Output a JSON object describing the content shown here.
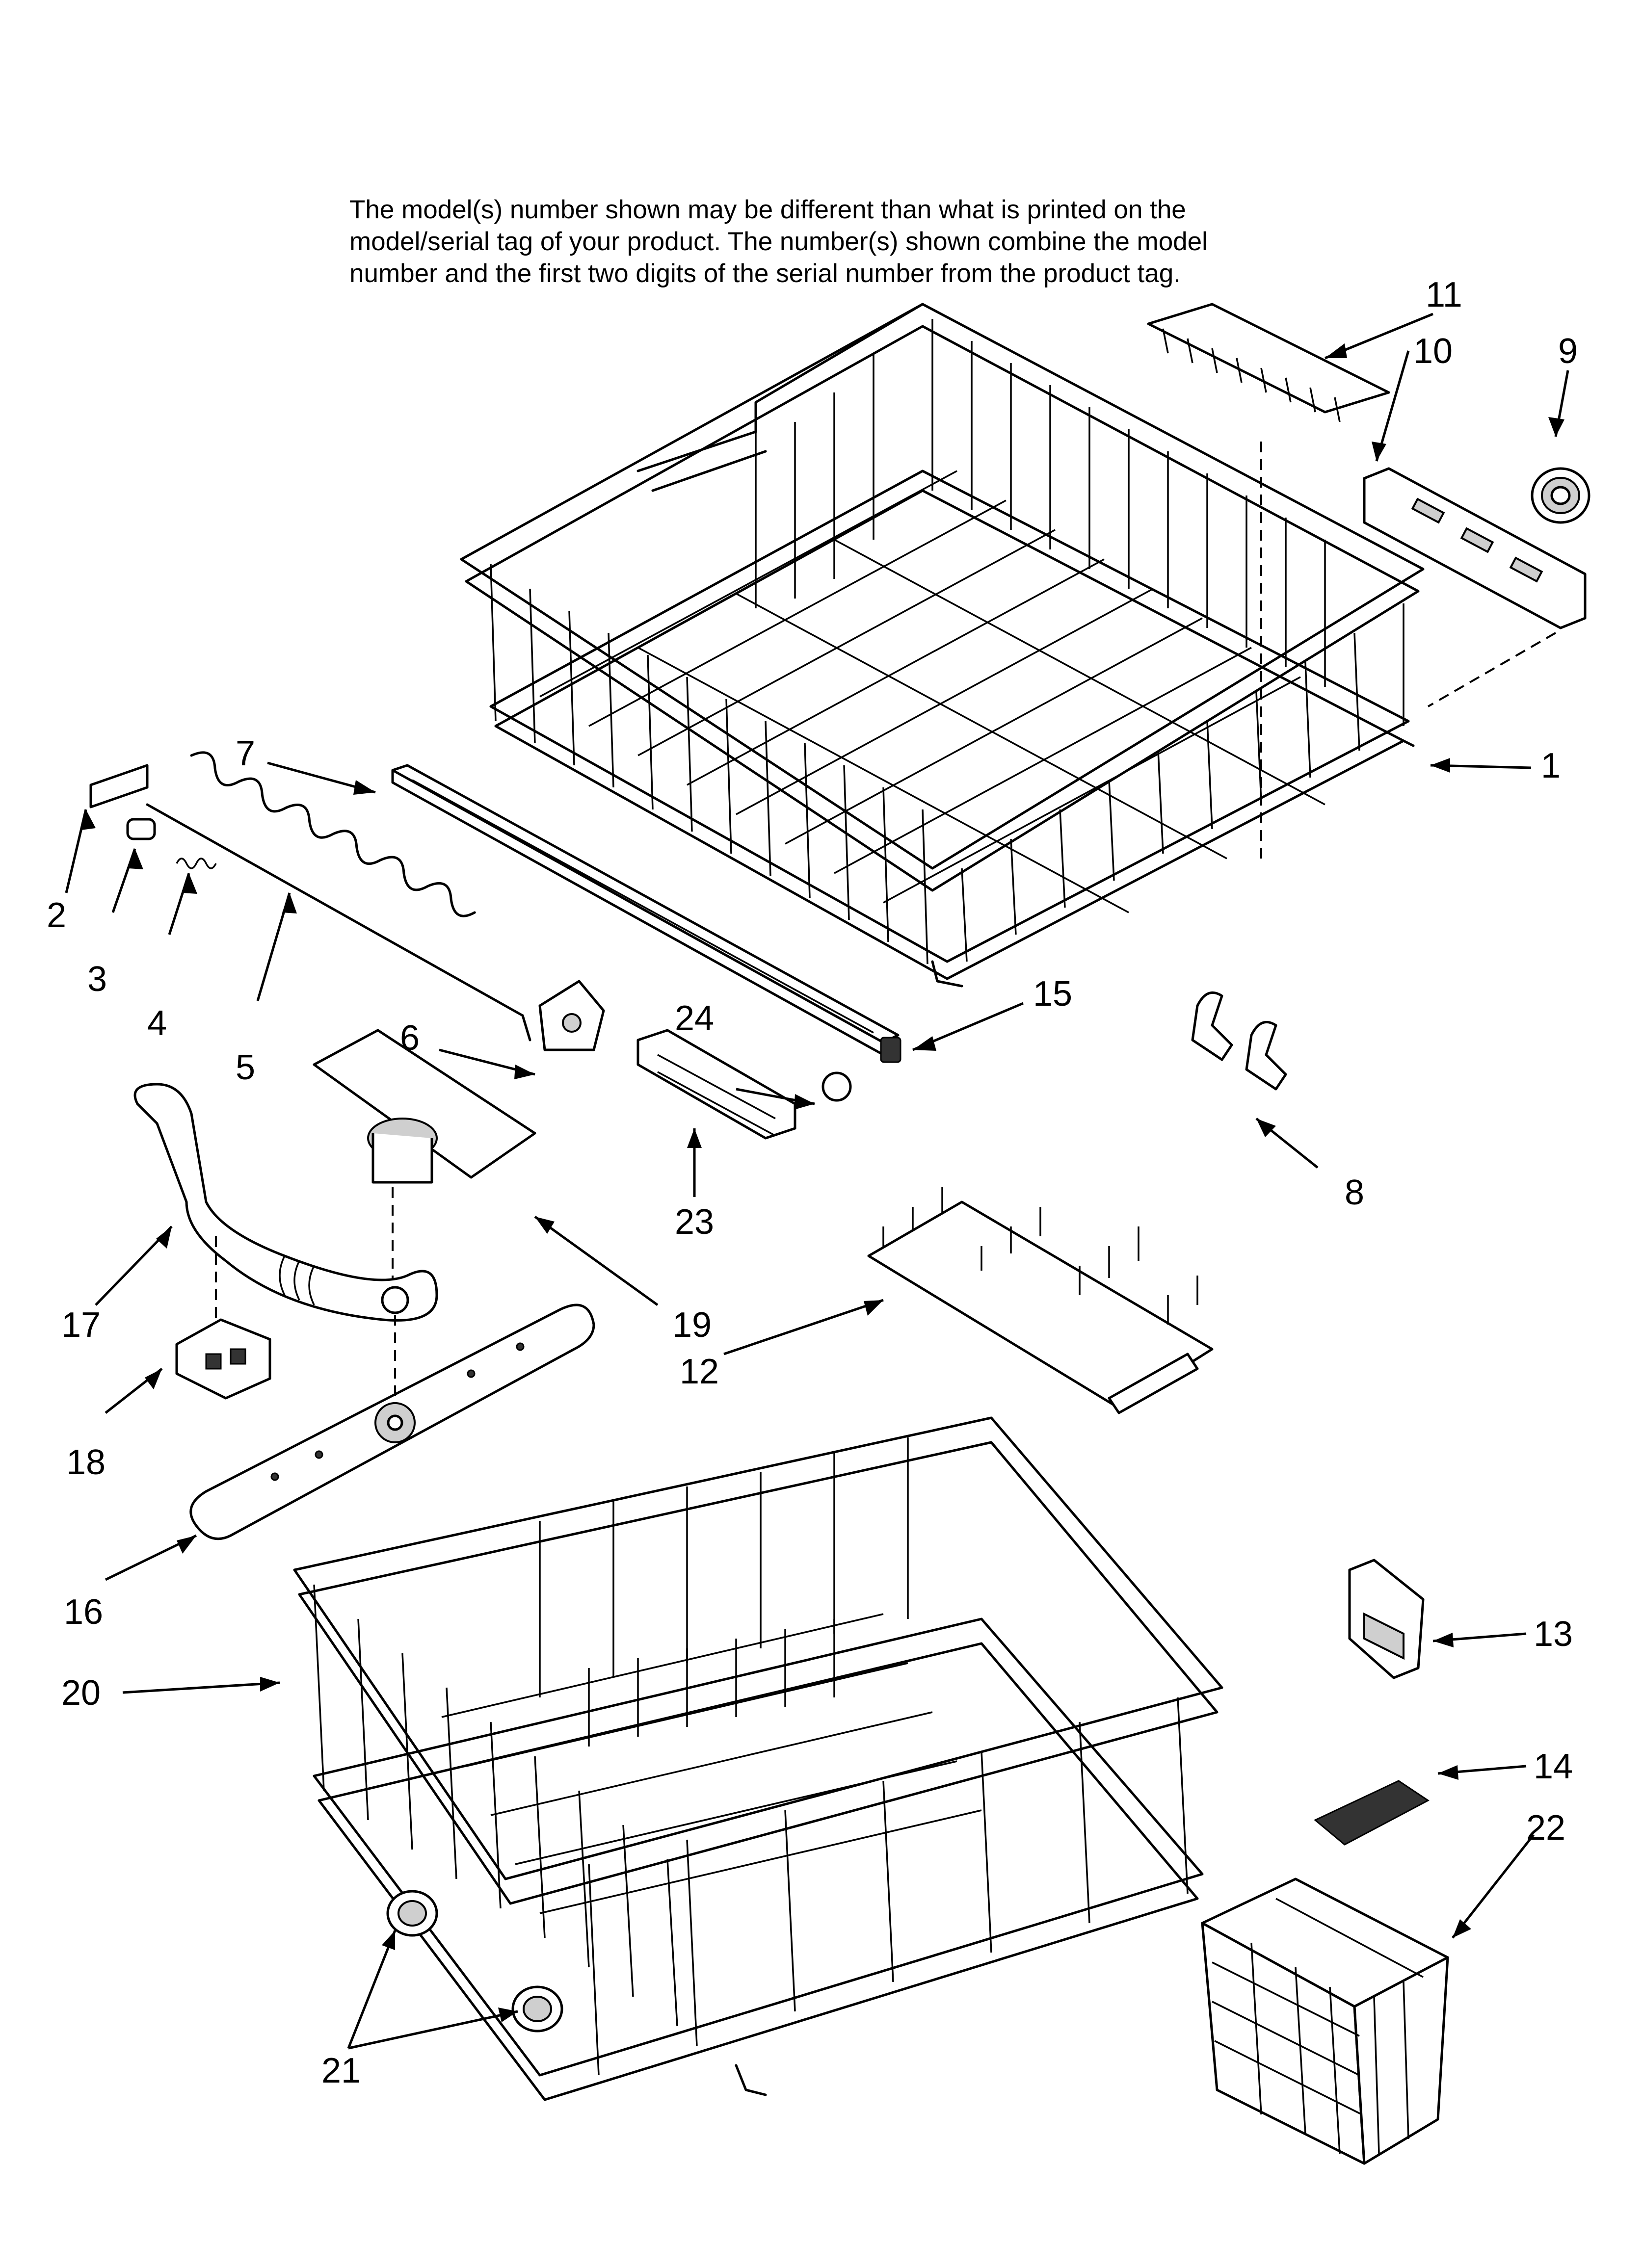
{
  "note": {
    "line1": "The model(s) number shown may be different than what is printed on the",
    "line2": "model/serial tag of your product. The number(s) shown combine the model",
    "line3": "number and the first two digits of the serial number from the product tag."
  },
  "callouts": {
    "c1": "1",
    "c2": "2",
    "c3": "3",
    "c4": "4",
    "c5": "5",
    "c6": "6",
    "c7": "7",
    "c8": "8",
    "c9": "9",
    "c10": "10",
    "c11": "11",
    "c12": "12",
    "c13": "13",
    "c14": "14",
    "c15": "15",
    "c16": "16",
    "c17": "17",
    "c18": "18",
    "c19": "19",
    "c20": "20",
    "c21": "21",
    "c22": "22",
    "c23": "23",
    "c24": "24"
  }
}
